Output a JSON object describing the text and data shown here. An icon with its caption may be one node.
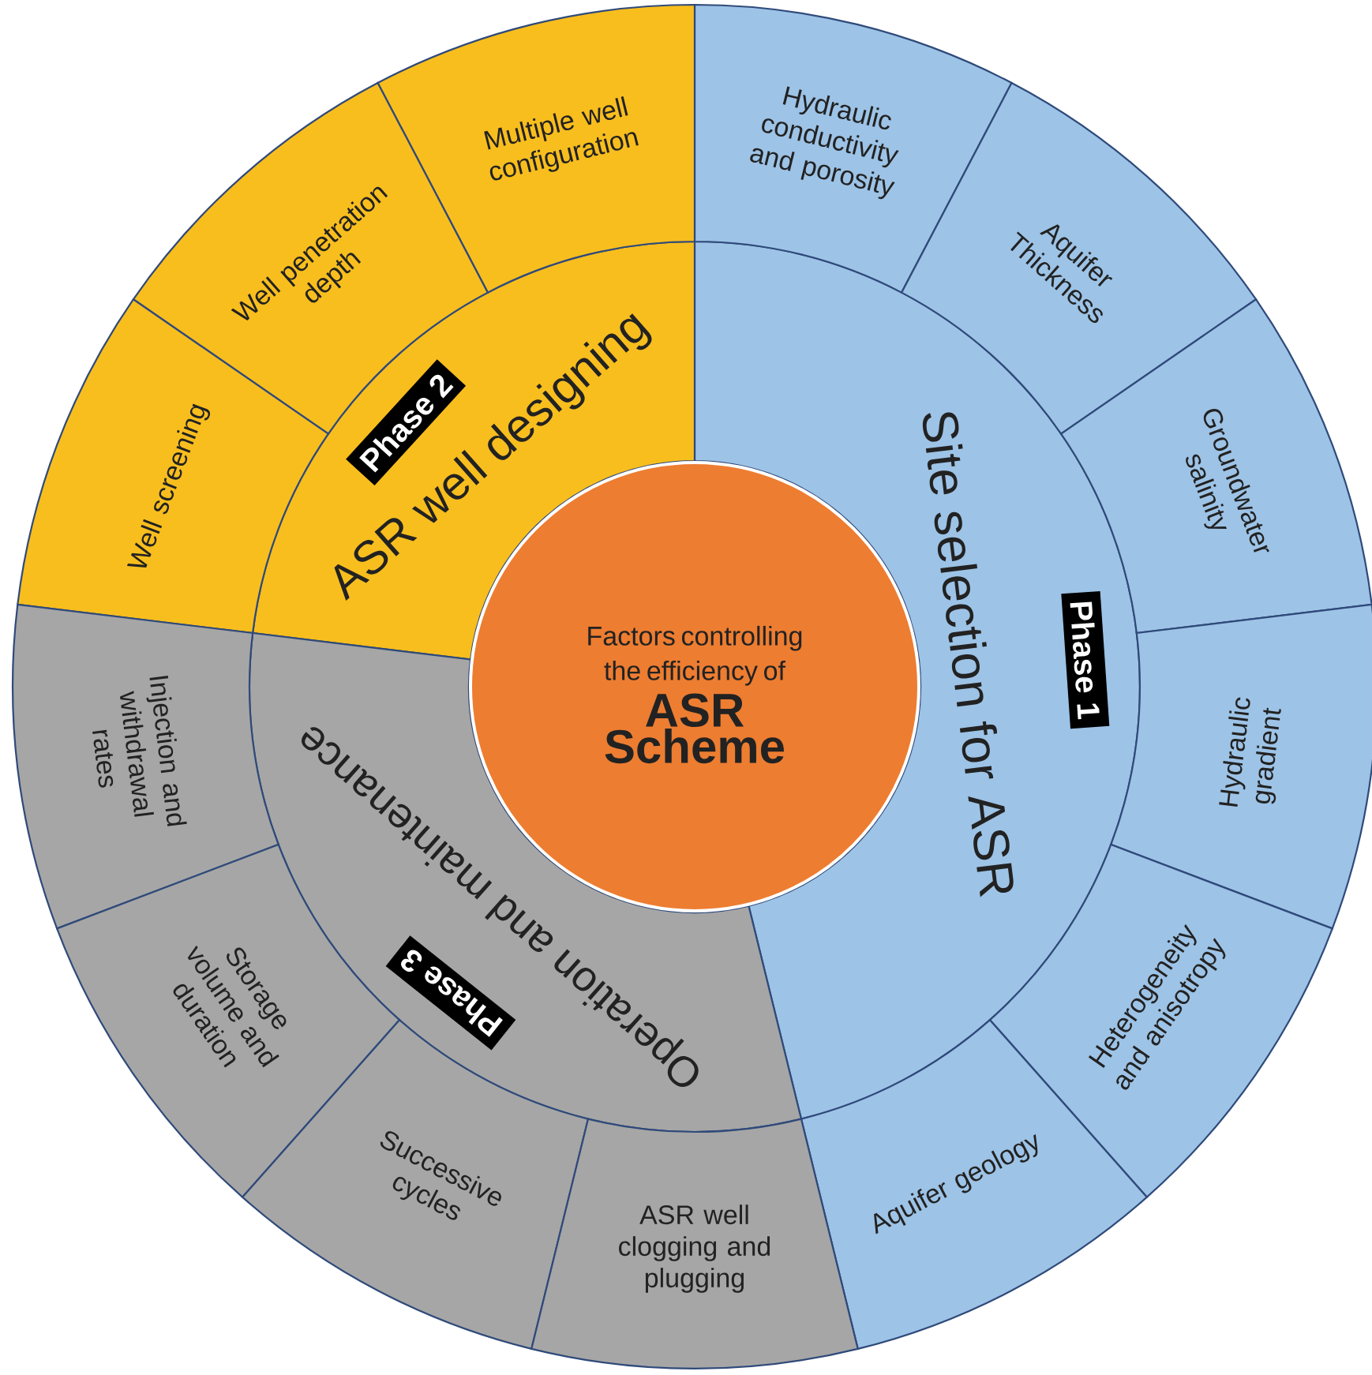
{
  "diagram": {
    "nodes": [
      {
        "text": [
          "Factors controlling the efficiency of",
          "ASR Scheme"
        ]
      },
      {
        "text": [
          "Site selection for ASR"
        ]
      },
      {
        "text": [
          "Phase 1"
        ],
        "in": 1
      },
      {
        "text": [
          "Hydraulic conductivity and porosity"
        ]
      },
      {
        "text": [
          "Aquifer Thickness"
        ]
      },
      {
        "text": [
          "Groundwater salinity"
        ]
      },
      {
        "text": [
          "Hydraulic gradient"
        ]
      },
      {
        "text": [
          "Heterogeneity and anisotropy"
        ]
      },
      {
        "text": [
          "Aquifer geology"
        ]
      },
      {
        "text": [
          "ASR well designing"
        ]
      },
      {
        "text": [
          "Phase 2"
        ],
        "in": 9
      },
      {
        "text": [
          "Multiple well configuration"
        ]
      },
      {
        "text": [
          "Well penetration depth"
        ]
      },
      {
        "text": [
          "Well screening"
        ]
      },
      {
        "text": [
          "Operation and maintenance"
        ]
      },
      {
        "text": [
          "Phase 3"
        ],
        "in": 14
      },
      {
        "text": [
          "Injection and withdrawal rates"
        ]
      },
      {
        "text": [
          "Storage volume and duration"
        ]
      },
      {
        "text": [
          "Successive cycles"
        ]
      },
      {
        "text": [
          "ASR well clogging and plugging"
        ]
      }
    ]
  }
}
